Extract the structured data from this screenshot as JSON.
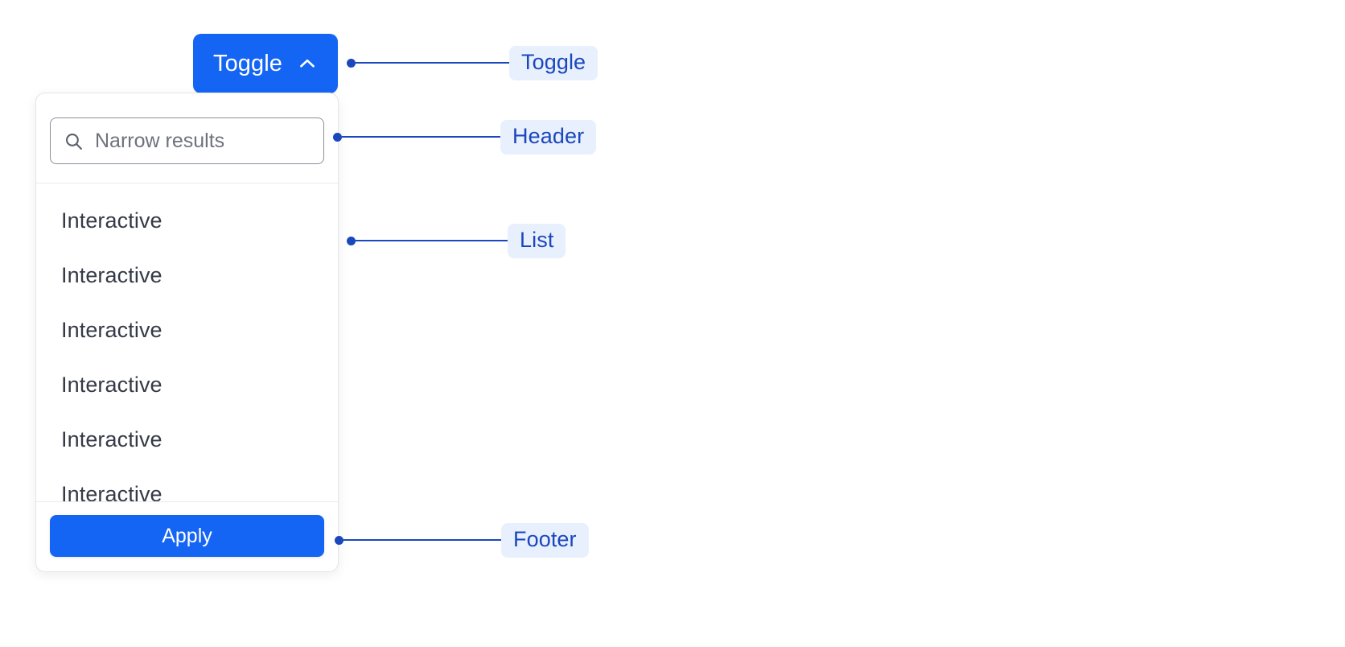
{
  "toggle": {
    "label": "Toggle",
    "icon": "chevron-up-icon",
    "expanded": true,
    "accent_color": "#1565f5",
    "text_color": "#ffffff"
  },
  "panel": {
    "header": {
      "search": {
        "icon": "search-icon",
        "placeholder": "Narrow results",
        "value": ""
      }
    },
    "list": {
      "items": [
        {
          "label": "Interactive"
        },
        {
          "label": "Interactive"
        },
        {
          "label": "Interactive"
        },
        {
          "label": "Interactive"
        },
        {
          "label": "Interactive"
        },
        {
          "label": "Interactive"
        }
      ]
    },
    "footer": {
      "apply_label": "Apply"
    },
    "background": "#ffffff",
    "border_color": "#e3e5e8"
  },
  "annotations": {
    "pill_background": "#e9f0fd",
    "pill_text_color": "#1a47bd",
    "connector_color": "#1a47bd",
    "items": [
      {
        "label": "Toggle",
        "target": "toggle-button"
      },
      {
        "label": "Header",
        "target": "panel-header"
      },
      {
        "label": "List",
        "target": "panel-list"
      },
      {
        "label": "Footer",
        "target": "panel-footer"
      }
    ]
  }
}
